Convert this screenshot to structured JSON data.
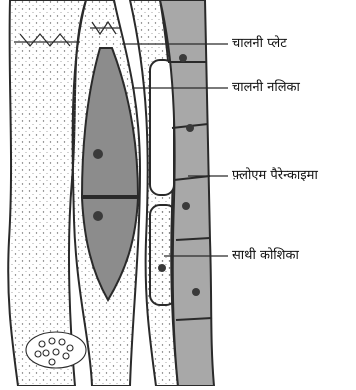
{
  "diagram": {
    "labels": {
      "sieve_plate": "चालनी प्लेट",
      "sieve_tube": "चालनी नलिका",
      "phloem_parenchyma": "फ़्लोएम पैरेन्काइमा",
      "companion_cell": "साथी कोशिका"
    },
    "colors": {
      "line": "#2a2a2a",
      "cell_fill": "#8c8c8c",
      "parenchyma_fill": "#a8a8a8",
      "stipple": "#555555",
      "nucleus": "#3a3a3a"
    }
  }
}
